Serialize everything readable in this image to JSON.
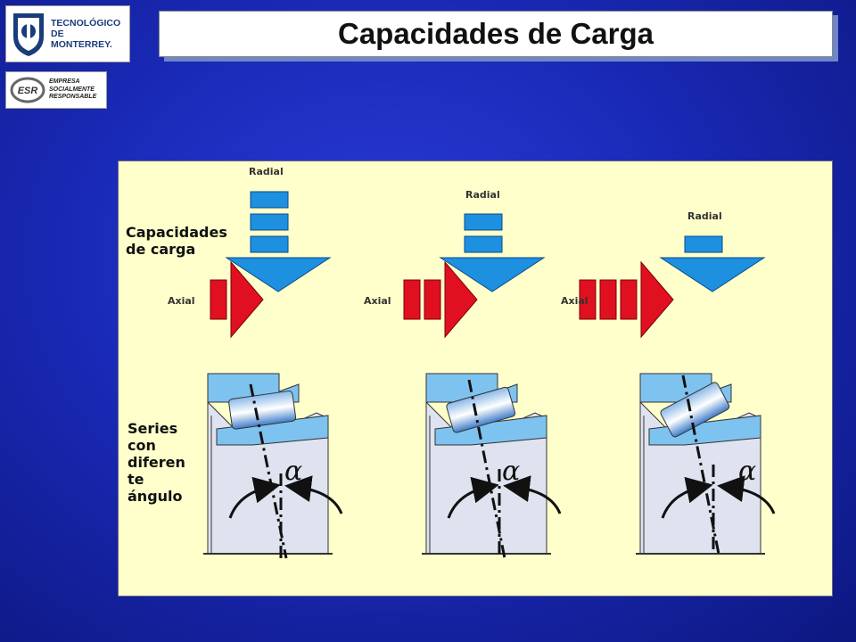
{
  "header": {
    "title": "Capacidades de Carga",
    "logo_tec": {
      "line1": "TECNOLÓGICO",
      "line2": "DE MONTERREY."
    },
    "logo_esr": {
      "mark": "ESR",
      "line1": "EMPRESA",
      "line2": "SOCIALMENTE",
      "line3": "RESPONSABLE"
    }
  },
  "panel": {
    "capacidades_label": [
      "Capacidades",
      "de carga"
    ],
    "series_label": [
      "Series",
      "con",
      "diferen",
      "te",
      "ángulo"
    ],
    "diagrams": [
      {
        "radial_label": "Radial",
        "axial_label": "Axial",
        "radial_blocks": 3,
        "axial_blocks": 1,
        "angle_symbol": "α"
      },
      {
        "radial_label": "Radial",
        "axial_label": "Axial",
        "radial_blocks": 2,
        "axial_blocks": 2,
        "angle_symbol": "α"
      },
      {
        "radial_label": "Radial",
        "axial_label": "Axial",
        "radial_blocks": 1,
        "axial_blocks": 3,
        "angle_symbol": "α"
      }
    ]
  },
  "colors": {
    "background": "#1a2ab8",
    "panel": "#ffffcc",
    "radial_blue": "#1e90e0",
    "axial_red": "#e01020",
    "bearing_blue": "#7ec3ef",
    "housing_gray": "#dfe3f0"
  }
}
